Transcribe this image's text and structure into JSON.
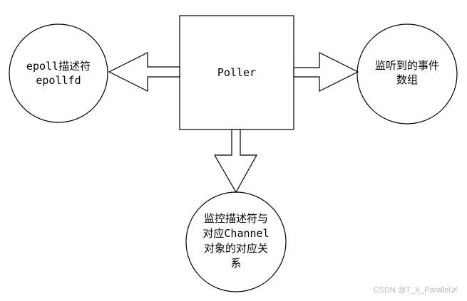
{
  "diagram": {
    "center": {
      "label": "Poller"
    },
    "left": {
      "lines": [
        "epoll描述符",
        "epollfd"
      ]
    },
    "right": {
      "lines": [
        "监听到的事件",
        "数组"
      ]
    },
    "bottom": {
      "lines": [
        "监控描述符与",
        "对应Channel",
        "对象的对应关",
        "系"
      ]
    }
  },
  "watermark": "CSDN @T_X_Parallel〆"
}
